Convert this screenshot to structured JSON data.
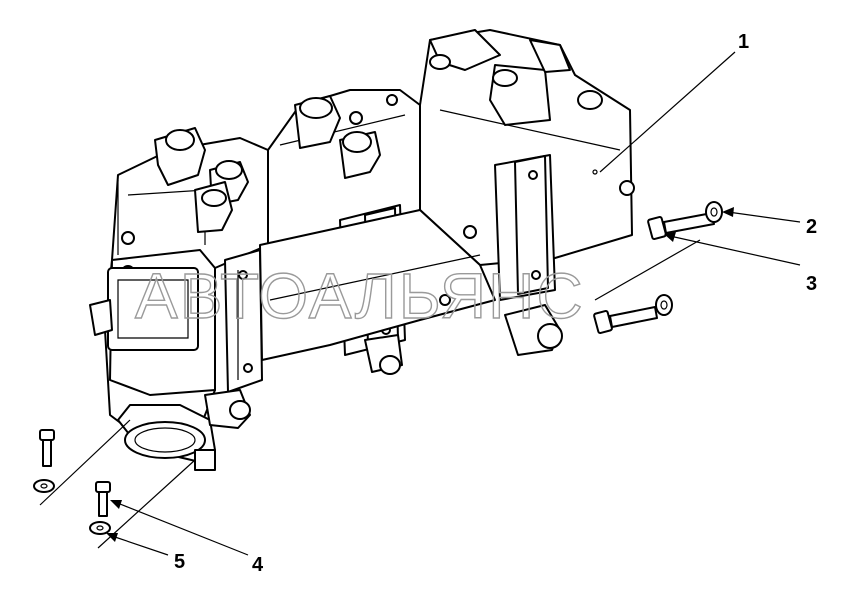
{
  "watermark": "АВТОАЛЬЯНС",
  "callouts": [
    {
      "id": "1",
      "label": "1"
    },
    {
      "id": "2",
      "label": "2"
    },
    {
      "id": "3",
      "label": "3"
    },
    {
      "id": "4",
      "label": "4"
    },
    {
      "id": "5",
      "label": "5"
    }
  ],
  "colors": {
    "line": "#000000",
    "watermark": "#9a9a9a",
    "background": "#ffffff"
  }
}
